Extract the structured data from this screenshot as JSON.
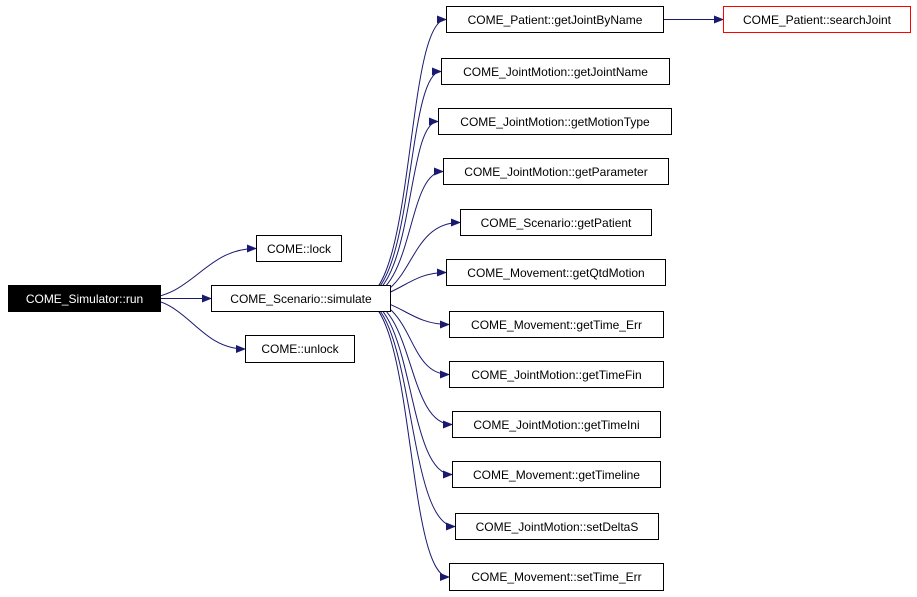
{
  "diagram": {
    "edge_color": "#191970",
    "leaf_border_color": "#ff0000",
    "nodes": {
      "run": "COME_Simulator::run",
      "lock": "COME::lock",
      "simulate": "COME_Scenario::simulate",
      "unlock": "COME::unlock",
      "getJointByName": "COME_Patient::getJointByName",
      "searchJoint": "COME_Patient::searchJoint",
      "getJointName": "COME_JointMotion::getJointName",
      "getMotionType": "COME_JointMotion::getMotionType",
      "getParameter": "COME_JointMotion::getParameter",
      "getPatient": "COME_Scenario::getPatient",
      "getQtdMotion": "COME_Movement::getQtdMotion",
      "getTime_Err": "COME_Movement::getTime_Err",
      "getTimeFin": "COME_JointMotion::getTimeFin",
      "getTimeIni": "COME_JointMotion::getTimeIni",
      "getTimeline": "COME_Movement::getTimeline",
      "setDeltaS": "COME_JointMotion::setDeltaS",
      "setTime_Err": "COME_Movement::setTime_Err"
    },
    "edges": [
      [
        "run",
        "lock"
      ],
      [
        "run",
        "simulate"
      ],
      [
        "run",
        "unlock"
      ],
      [
        "simulate",
        "getJointByName"
      ],
      [
        "simulate",
        "getJointName"
      ],
      [
        "simulate",
        "getMotionType"
      ],
      [
        "simulate",
        "getParameter"
      ],
      [
        "simulate",
        "getPatient"
      ],
      [
        "simulate",
        "getQtdMotion"
      ],
      [
        "simulate",
        "getTime_Err"
      ],
      [
        "simulate",
        "getTimeFin"
      ],
      [
        "simulate",
        "getTimeIni"
      ],
      [
        "simulate",
        "getTimeline"
      ],
      [
        "simulate",
        "setDeltaS"
      ],
      [
        "simulate",
        "setTime_Err"
      ],
      [
        "getJointByName",
        "searchJoint"
      ]
    ]
  }
}
